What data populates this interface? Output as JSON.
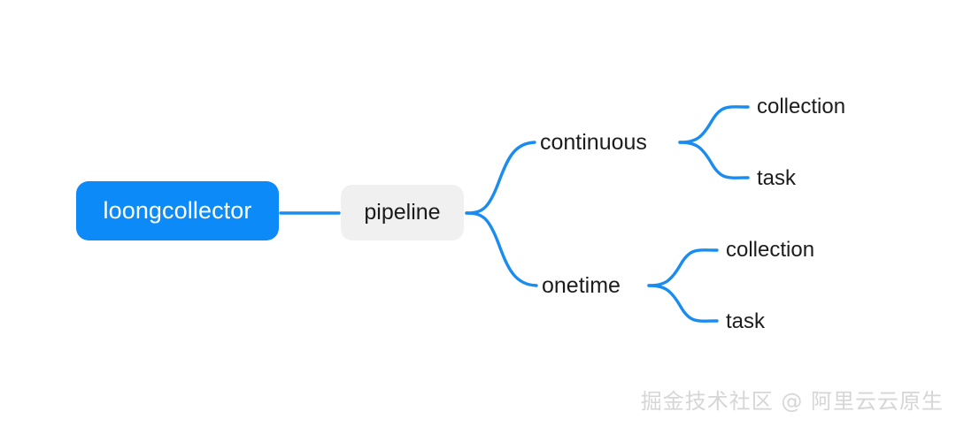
{
  "diagram": {
    "type": "mindmap",
    "orientation": "left-to-right",
    "background_color": "#ffffff",
    "accent_color": "#0c8bf8",
    "edge_color": "#1a8cf0",
    "root": {
      "label": "loongcollector",
      "style": "filled-blue-rounded-box",
      "fill_color": "#0c8bf8",
      "text_color": "#ffffff"
    },
    "branch": {
      "label": "pipeline",
      "style": "filled-gray-rounded-box",
      "fill_color": "#f0f0f0",
      "text_color": "#1b1b1b"
    },
    "categories": [
      {
        "label": "continuous",
        "children": [
          {
            "label": "collection"
          },
          {
            "label": "task"
          }
        ]
      },
      {
        "label": "onetime",
        "children": [
          {
            "label": "collection"
          },
          {
            "label": "task"
          }
        ]
      }
    ]
  },
  "watermark": {
    "text": "掘金技术社区 @ 阿里云云原生",
    "color": "#d6d6d6"
  }
}
